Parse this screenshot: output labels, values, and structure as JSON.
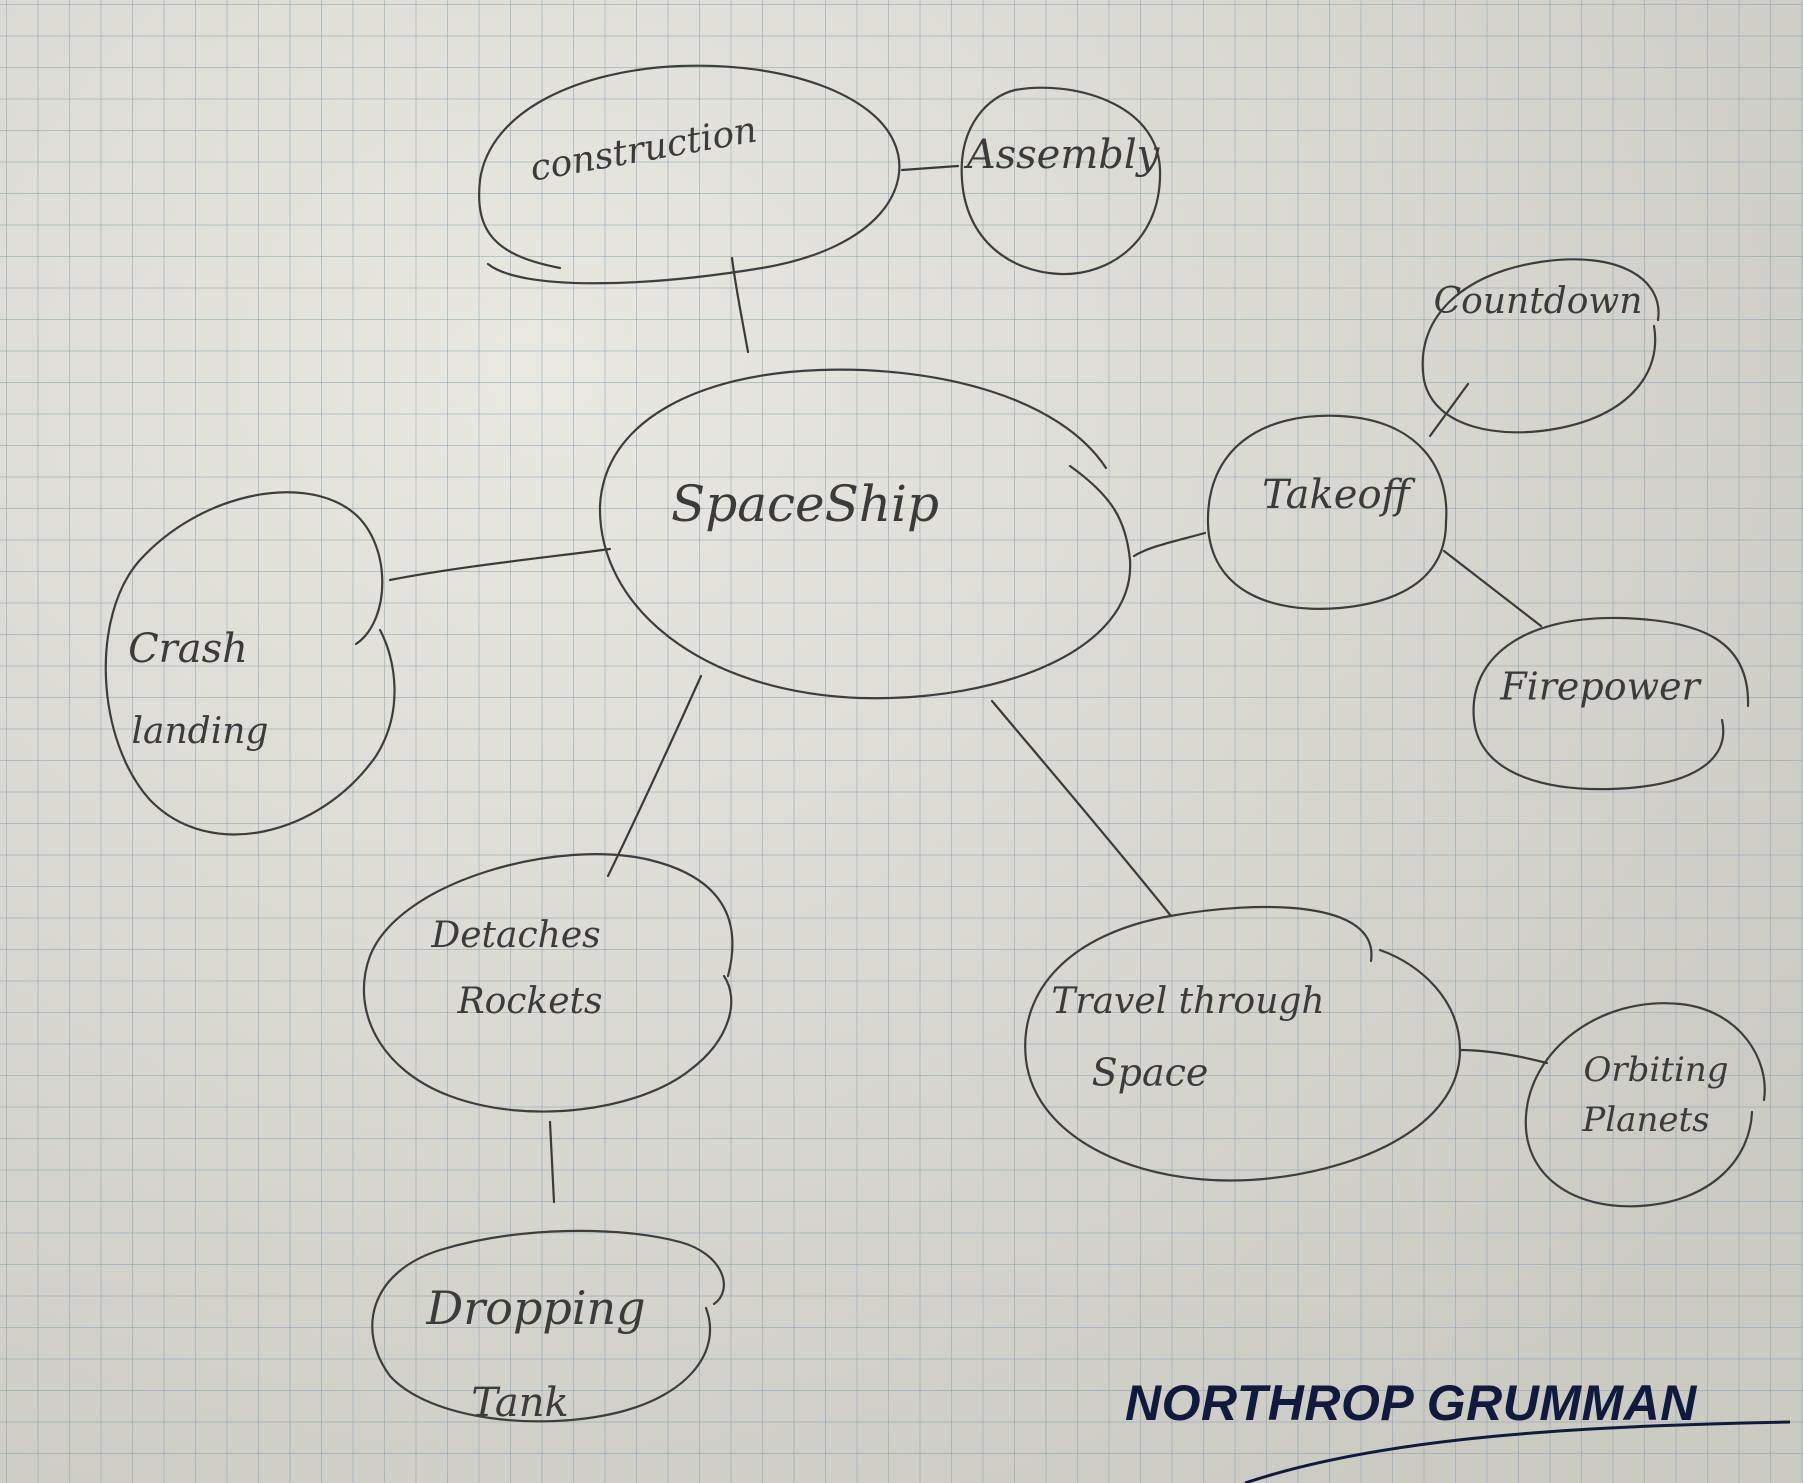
{
  "diagram": {
    "nodes": {
      "spaceship": "SpaceShip",
      "construction": "construction",
      "assembly": "Assembly",
      "takeoff": "Takeoff",
      "countdown": "Countdown",
      "fire_power": "Firepower",
      "crash_landing_1": "Crash",
      "crash_landing_2": "landing",
      "detaches_1": "Detaches",
      "detaches_2": "Rockets",
      "dropping_1": "Dropping",
      "dropping_2": "Tank",
      "travel_1": "Travel through",
      "travel_2": "Space",
      "orbiting_1": "Orbiting",
      "orbiting_2": "Planets"
    }
  },
  "brand": {
    "name": "NORTHROP GRUMMAN",
    "color": "#101a3e"
  },
  "colors": {
    "paper": "#dddcd3",
    "grid": "#7896af",
    "ink": "#3d3d3b"
  }
}
